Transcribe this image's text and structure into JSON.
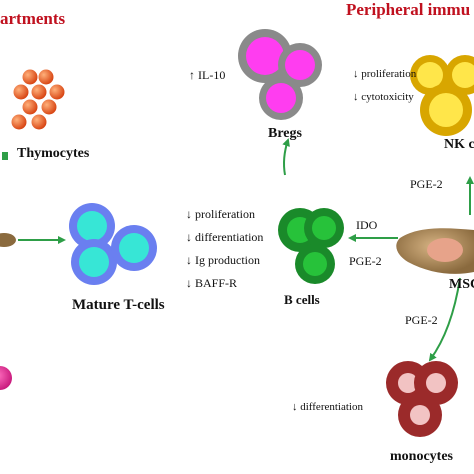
{
  "headers": {
    "left": "artments",
    "right": "Peripheral immu"
  },
  "cells": {
    "thymocytes": "Thymocytes",
    "mature_t": "Mature T-cells",
    "bregs": "Bregs",
    "b_cells": "B cells",
    "nk": "NK ce",
    "msc": "MSC",
    "monocytes": "monocytes"
  },
  "effects": {
    "bregs": [
      {
        "arrow": "up",
        "text": "IL-10"
      }
    ],
    "nk": [
      {
        "arrow": "down",
        "text": "proliferation"
      },
      {
        "arrow": "down",
        "text": "cytotoxicity"
      }
    ],
    "t_cells": [
      {
        "arrow": "down",
        "text": "proliferation"
      },
      {
        "arrow": "down",
        "text": "differentiation"
      },
      {
        "arrow": "down",
        "text": "Ig production"
      },
      {
        "arrow": "down",
        "text": "BAFF-R"
      }
    ],
    "monocytes": [
      {
        "arrow": "down",
        "text": "differentiation"
      }
    ]
  },
  "mediators": {
    "ido": "IDO",
    "pge2_b": "PGE-2",
    "pge2_nk": "PGE-2",
    "pge2_mono": "PGE-2"
  },
  "colors": {
    "arrow": "#2e9e47",
    "thymocyte": "#e8541e",
    "t_cell": "#6a7ff0",
    "t_cell_nucleus": "#37e6d6",
    "breg": "#888888",
    "breg_nucleus": "#ff3df0",
    "b_cell": "#1a8a2a",
    "nk": "#d8a600",
    "monocyte": "#9b2a2a",
    "msc": "#a8865a",
    "magenta": "#e6158c"
  }
}
